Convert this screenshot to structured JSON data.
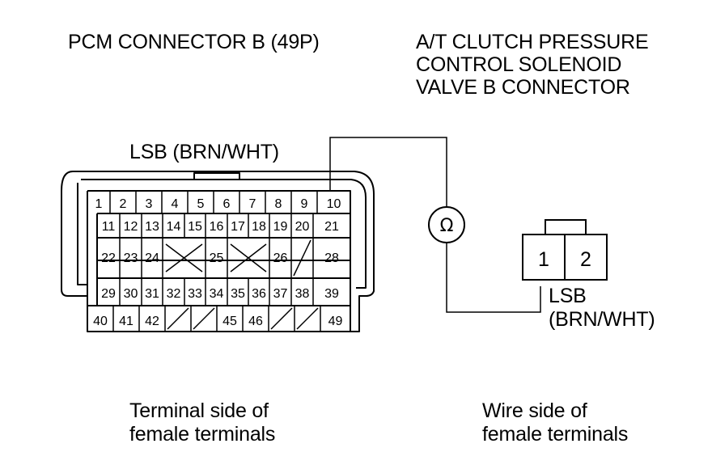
{
  "pcm_connector": {
    "title": "PCM CONNECTOR B (49P)",
    "wire_label": "LSB (BRN/WHT)",
    "side_caption": [
      "Terminal side of",
      "female terminals"
    ],
    "rows": [
      [
        "1",
        "2",
        "3",
        "4",
        "5",
        "6",
        "7",
        "8",
        "9",
        "10"
      ],
      [
        "11",
        "12",
        "13",
        "14",
        "15",
        "16",
        "17",
        "18",
        "19",
        "20",
        "21"
      ],
      [
        "22",
        "23",
        "24",
        "X",
        "25",
        "X",
        "26",
        "/",
        "28"
      ],
      [
        "29",
        "30",
        "31",
        "32",
        "33",
        "34",
        "35",
        "36",
        "37",
        "38",
        "39"
      ],
      [
        "40",
        "41",
        "42",
        "/",
        "/",
        "45",
        "46",
        "/",
        "/",
        "49"
      ]
    ]
  },
  "solenoid_connector": {
    "title": [
      "A/T CLUTCH PRESSURE",
      "CONTROL SOLENOID",
      "VALVE B CONNECTOR"
    ],
    "pins": [
      "1",
      "2"
    ],
    "wire_label": [
      "LSB",
      "(BRN/WHT)"
    ],
    "side_caption": [
      "Wire side of",
      "female terminals"
    ]
  },
  "meter_symbol": "Ω"
}
